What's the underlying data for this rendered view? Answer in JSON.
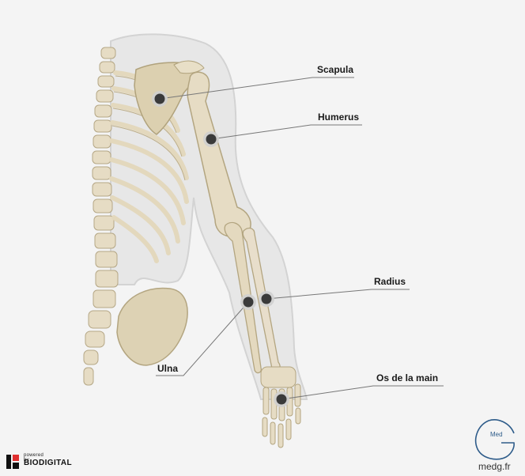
{
  "labels": {
    "scapula": "Scapula",
    "humerus": "Humerus",
    "radius": "Radius",
    "ulna": "Ulna",
    "os_main": "Os de la main"
  },
  "branding": {
    "powered_by": "powered by",
    "biodigital": "BIODIGITAL",
    "medg_logo_text": "Med",
    "medg_site": "medg.fr"
  },
  "colors": {
    "background": "#f4f4f4",
    "bone": "#e6dcc4",
    "bone_shadow": "#c9bc9c",
    "skin": "#e2e2e2",
    "leader": "#777777",
    "marker": "#3a3a3a",
    "brand_red": "#e03030",
    "medg_blue": "#2e5c8a"
  }
}
